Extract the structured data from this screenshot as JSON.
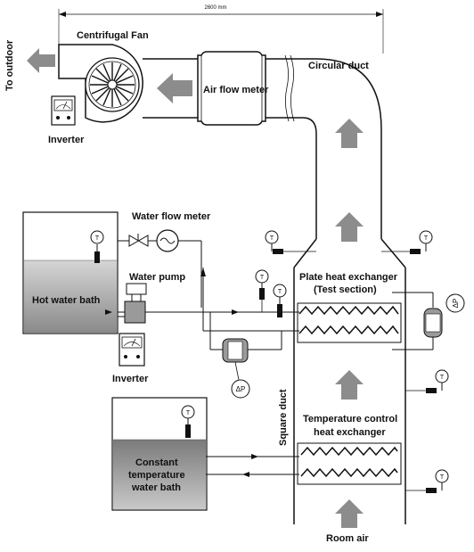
{
  "dimension": "2600 mm",
  "labels": {
    "to_outdoor": "To outdoor",
    "centrifugal_fan": "Centrifugal Fan",
    "circular_duct": "Circular duct",
    "air_flow_meter": "Air flow meter",
    "inverter_top": "Inverter",
    "water_flow_meter": "Water flow meter",
    "water_pump": "Water pump",
    "hot_water_bath": "Hot water bath",
    "inverter_bottom": "Inverter",
    "plate_hx_line1": "Plate heat exchanger",
    "plate_hx_line2": "(Test section)",
    "square_duct": "Square duct",
    "temp_control_line1": "Temperature control",
    "temp_control_line2": "heat exchanger",
    "const_bath_line1": "Constant",
    "const_bath_line2": "temperature",
    "const_bath_line3": "water bath",
    "room_air": "Room air",
    "thermometer_symbol": "T",
    "pressure_symbol": "ΔP"
  },
  "colors": {
    "line": "#111111",
    "flow_arrow": "#8c8c8c",
    "water_fill": "#9a9a9a",
    "bath_dark": "#5a5a5a"
  }
}
